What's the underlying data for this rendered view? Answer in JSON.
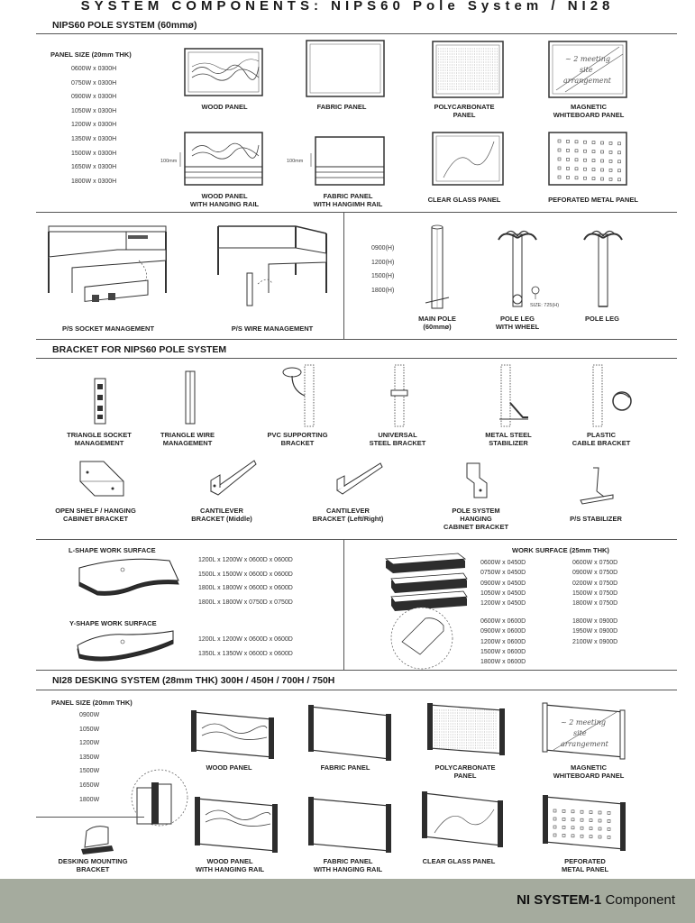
{
  "title": "SYSTEM COMPONENTS: NIPS60 Pole System / NI28",
  "nips60": {
    "heading": "NIPS60 POLE SYSTEM (60mmø)",
    "panel_size_title": "PANEL SIZE (20mm THK)",
    "sizes": [
      "0600W x 0300H",
      "0750W x 0300H",
      "0900W x 0300H",
      "1050W x 0300H",
      "1200W x 0300H",
      "1350W x 0300H",
      "1500W x 0300H",
      "1650W x 0300H",
      "1800W x 0300H"
    ],
    "panels": [
      {
        "l1": "WOOD PANEL",
        "l2": ""
      },
      {
        "l1": "FABRIC PANEL",
        "l2": ""
      },
      {
        "l1": "POLYCARBONATE",
        "l2": "PANEL"
      },
      {
        "l1": "MAGNETIC",
        "l2": "WHITEBOARD PANEL"
      },
      {
        "l1": "WOOD PANEL",
        "l2": "WITH HANGING RAIL"
      },
      {
        "l1": "FABRIC PANEL",
        "l2": "WITH HANGIMH RAIL"
      },
      {
        "l1": "CLEAR GLASS PANEL",
        "l2": ""
      },
      {
        "l1": "PEFORATED METAL PANEL",
        "l2": ""
      }
    ],
    "rail_dim": "100mm",
    "whiteboard_text": [
      "~ 2 meeting",
      "site",
      "arrangement"
    ]
  },
  "mgmt": {
    "socket": "P/S SOCKET MANAGEMENT",
    "wire": "P/S WIRE MANAGEMENT"
  },
  "poles": {
    "heights": [
      "0900(H)",
      "1200(H)",
      "1500(H)",
      "1800(H)"
    ],
    "size_note": "SIZE: 725(H)",
    "main": {
      "l1": "MAIN POLE",
      "l2": "(60mmø)"
    },
    "wheel": {
      "l1": "POLE LEG",
      "l2": "WITH WHEEL"
    },
    "leg": {
      "l1": "POLE LEG",
      "l2": ""
    }
  },
  "bracket": {
    "heading": "BRACKET FOR NIPS60 POLE SYSTEM",
    "items": [
      {
        "l1": "TRIANGLE SOCKET",
        "l2": "MANAGEMENT",
        "l3": ""
      },
      {
        "l1": "TRIANGLE WIRE",
        "l2": "MANAGEMENT",
        "l3": ""
      },
      {
        "l1": "PVC SUPPORTING",
        "l2": "BRACKET",
        "l3": ""
      },
      {
        "l1": "UNIVERSAL",
        "l2": "STEEL BRACKET",
        "l3": ""
      },
      {
        "l1": "METAL STEEL",
        "l2": "STABILIZER",
        "l3": ""
      },
      {
        "l1": "PLASTIC",
        "l2": "CABLE BRACKET",
        "l3": ""
      },
      {
        "l1": "OPEN SHELF / HANGING",
        "l2": "CABINET BRACKET",
        "l3": ""
      },
      {
        "l1": "CANTILEVER",
        "l2": "BRACKET (Middle)",
        "l3": ""
      },
      {
        "l1": "CANTILEVER",
        "l2": "BRACKET (Left/Right)",
        "l3": ""
      },
      {
        "l1": "POLE SYSTEM",
        "l2": "HANGING",
        "l3": "CABINET BRACKET"
      },
      {
        "l1": "P/S STABILIZER",
        "l2": "",
        "l3": ""
      }
    ]
  },
  "surface": {
    "lshape_title": "L-SHAPE WORK SURFACE",
    "lshape_sizes": [
      "1200L x 1200W x 0600D x 0600D",
      "1500L x 1500W x 0600D x 0600D",
      "1800L x 1800W x 0600D x 0600D",
      "1800L x 1800W x 0750D x 0750D"
    ],
    "yshape_title": "Y-SHAPE WORK SURFACE",
    "yshape_sizes": [
      "1200L x 1200W x 0600D x 0600D",
      "1350L x 1350W x 0600D x 0600D"
    ],
    "work_title": "WORK SURFACE (25mm THK)",
    "col1a": [
      "0600W x 0450D",
      "0750W x 0450D",
      "0900W x 0450D",
      "1050W x 0450D",
      "1200W x 0450D"
    ],
    "col2a": [
      "0600W x 0750D",
      "0900W x 0750D",
      "0200W x 0750D",
      "1500W x 0750D",
      "1800W x 0750D"
    ],
    "col1b": [
      "0600W x 0600D",
      "0900W x 0600D",
      "1200W x 0600D",
      "1500W x 0600D",
      "1800W x 0600D"
    ],
    "col2b": [
      "1800W x 0900D",
      "1950W x 0900D",
      "2100W x 0900D"
    ]
  },
  "ni28": {
    "heading": "NI28 DESKING SYSTEM (28mm THK) 300H / 450H / 700H / 750H",
    "panel_size_title": "PANEL SIZE (20mm THK)",
    "sizes": [
      "0900W",
      "1050W",
      "1200W",
      "1350W",
      "1500W",
      "1650W",
      "1800W"
    ],
    "desk_mount": {
      "l1": "DESKING MOUNTING",
      "l2": "BRACKET"
    },
    "panels": [
      {
        "l1": "WOOD PANEL",
        "l2": ""
      },
      {
        "l1": "FABRIC PANEL",
        "l2": ""
      },
      {
        "l1": "POLYCARBONATE",
        "l2": "PANEL"
      },
      {
        "l1": "MAGNETIC",
        "l2": "WHITEBOARD PANEL"
      },
      {
        "l1": "WOOD PANEL",
        "l2": "WITH HANGING RAIL"
      },
      {
        "l1": "FABRIC PANEL",
        "l2": "WITH HANGING RAIL"
      },
      {
        "l1": "CLEAR GLASS PANEL",
        "l2": ""
      },
      {
        "l1": "PEFORATED",
        "l2": "METAL PANEL"
      }
    ]
  },
  "footer": {
    "bold": "NI SYSTEM-1",
    "normal": "Component"
  }
}
